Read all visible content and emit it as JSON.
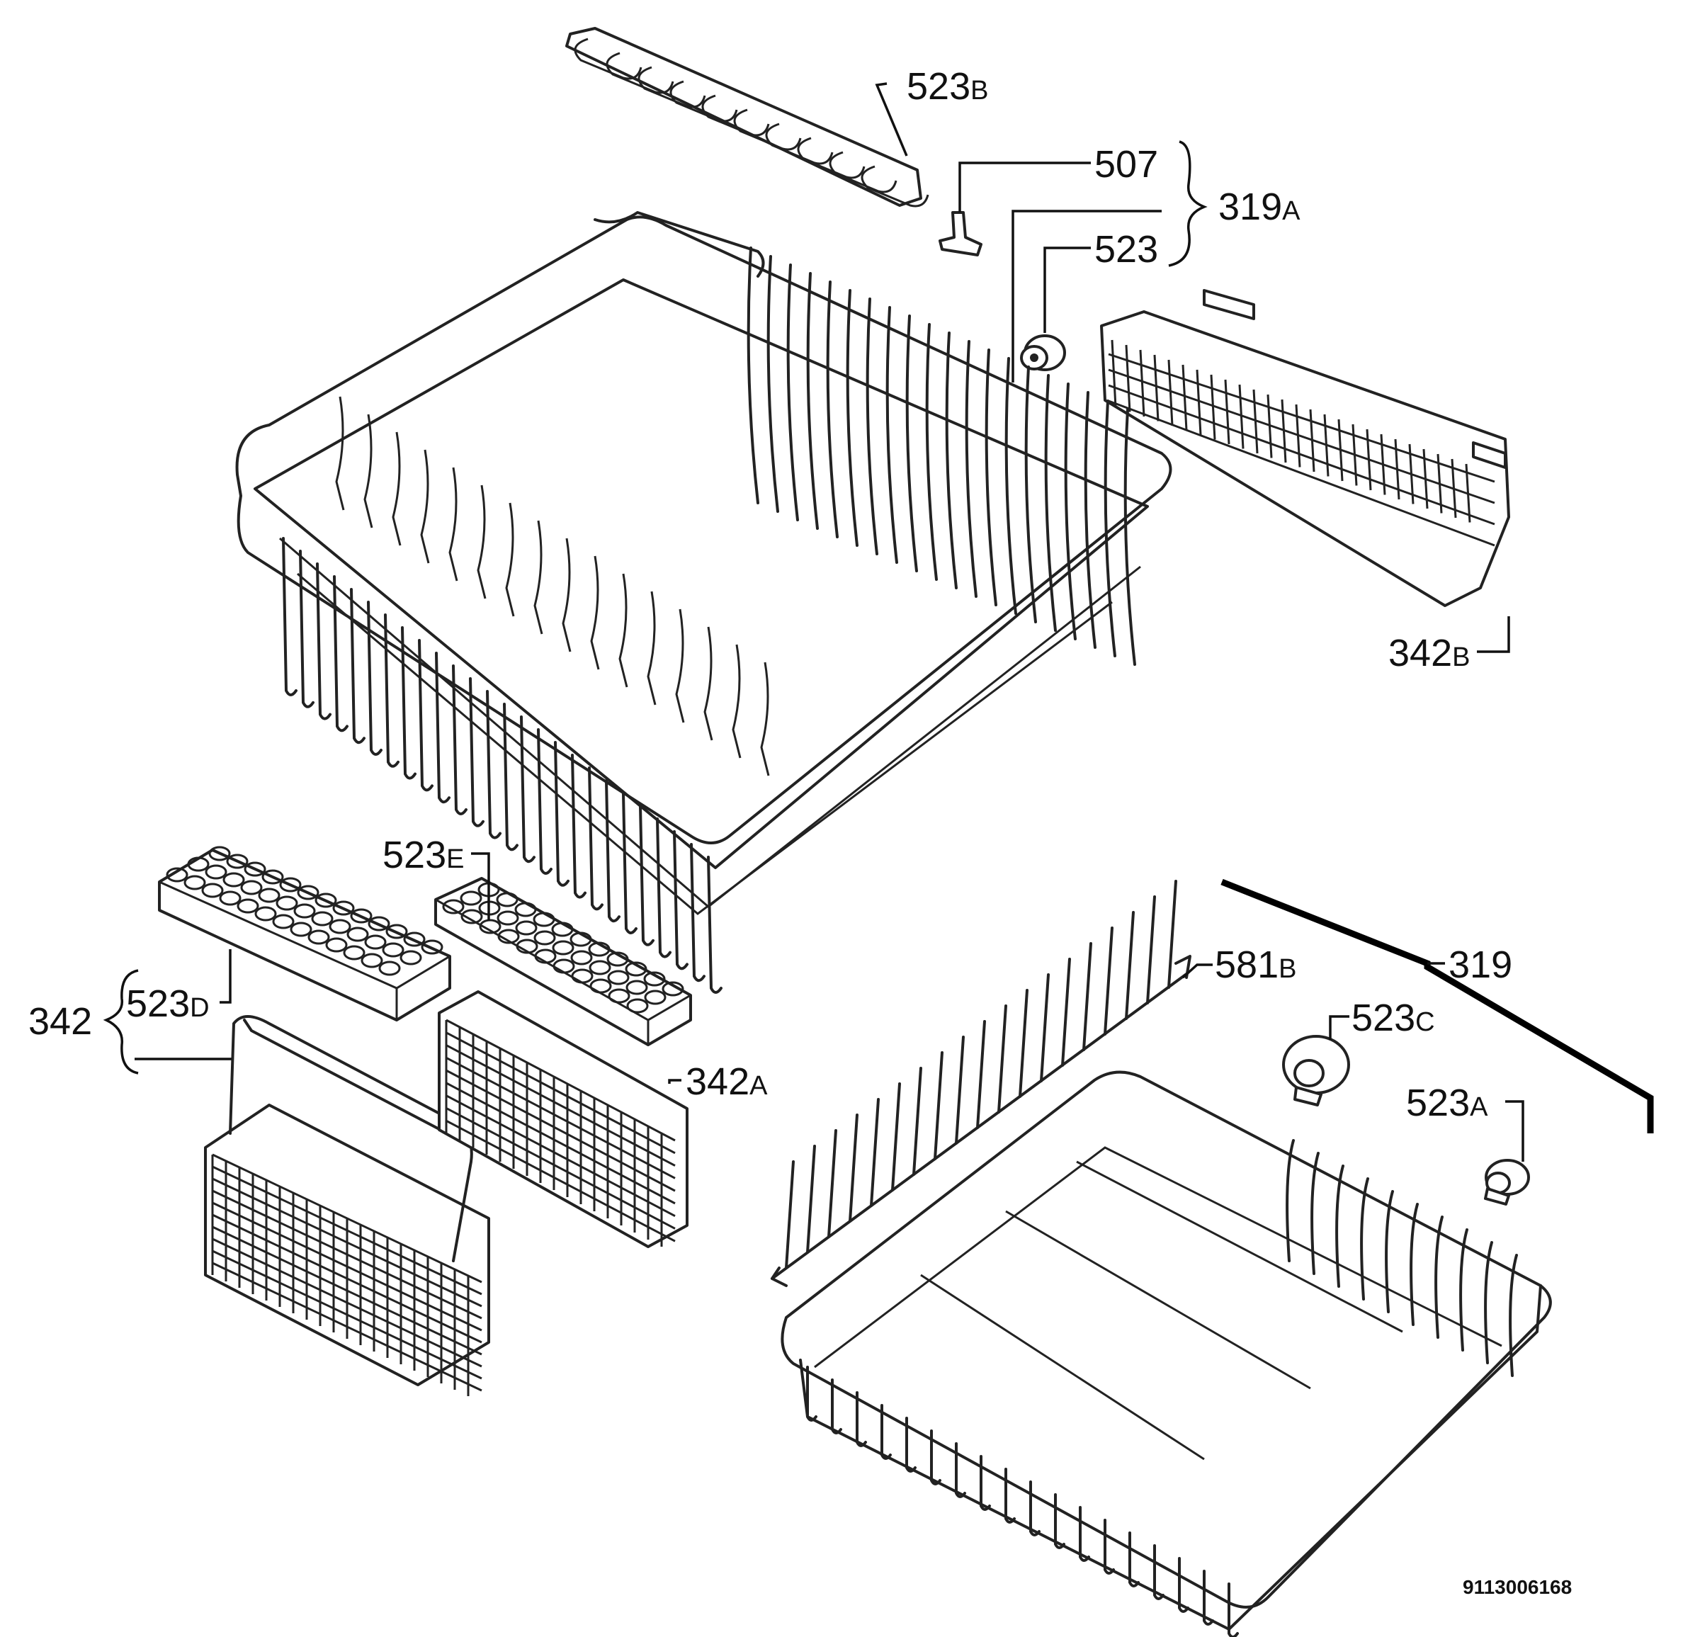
{
  "labels": {
    "l523B": {
      "num": "523",
      "suf": "B"
    },
    "l507": {
      "num": "507",
      "suf": ""
    },
    "l319A": {
      "num": "319",
      "suf": "A"
    },
    "l523": {
      "num": "523",
      "suf": ""
    },
    "l342B": {
      "num": "342",
      "suf": "B"
    },
    "l523E": {
      "num": "523",
      "suf": "E"
    },
    "l342": {
      "num": "342",
      "suf": ""
    },
    "l523D": {
      "num": "523",
      "suf": "D"
    },
    "l342A": {
      "num": "342",
      "suf": "A"
    },
    "l581B": {
      "num": "581",
      "suf": "B"
    },
    "l319": {
      "num": "319",
      "suf": ""
    },
    "l523C": {
      "num": "523",
      "suf": "C"
    },
    "l523A": {
      "num": "523",
      "suf": "A"
    }
  },
  "document_number": "9113006168"
}
